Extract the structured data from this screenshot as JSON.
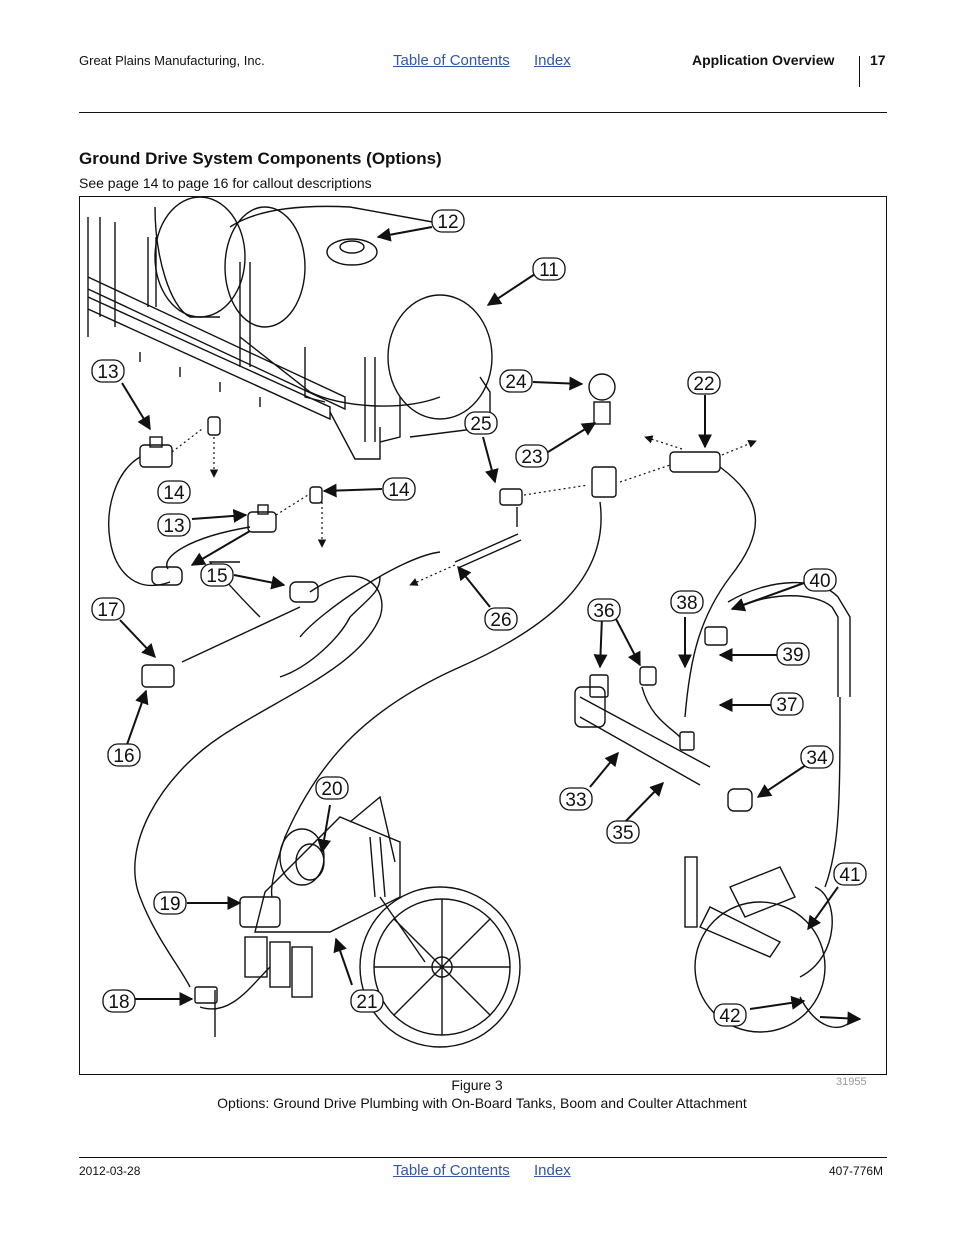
{
  "header": {
    "company": "Great Plains Manufacturing, Inc.",
    "toc_link": "Table of Contents",
    "index_link": "Index",
    "section": "Application Overview",
    "page_number": "17"
  },
  "section": {
    "title": "Ground Drive System Components (Options)",
    "subtitle": "See page 14 to page 16 for callout descriptions"
  },
  "figure": {
    "number": "Figure 3",
    "caption": "Options: Ground Drive Plumbing with On-Board Tanks, Boom and Coulter Attachment",
    "drawing_id": "31955",
    "callouts": [
      "12",
      "11",
      "13",
      "24",
      "22",
      "25",
      "23",
      "14",
      "14",
      "13",
      "15",
      "17",
      "26",
      "36",
      "38",
      "40",
      "39",
      "37",
      "16",
      "34",
      "33",
      "20",
      "35",
      "41",
      "19",
      "18",
      "21",
      "42"
    ]
  },
  "footer": {
    "date": "2012-03-28",
    "toc_link": "Table of Contents",
    "index_link": "Index",
    "doc_number": "407-776M"
  }
}
